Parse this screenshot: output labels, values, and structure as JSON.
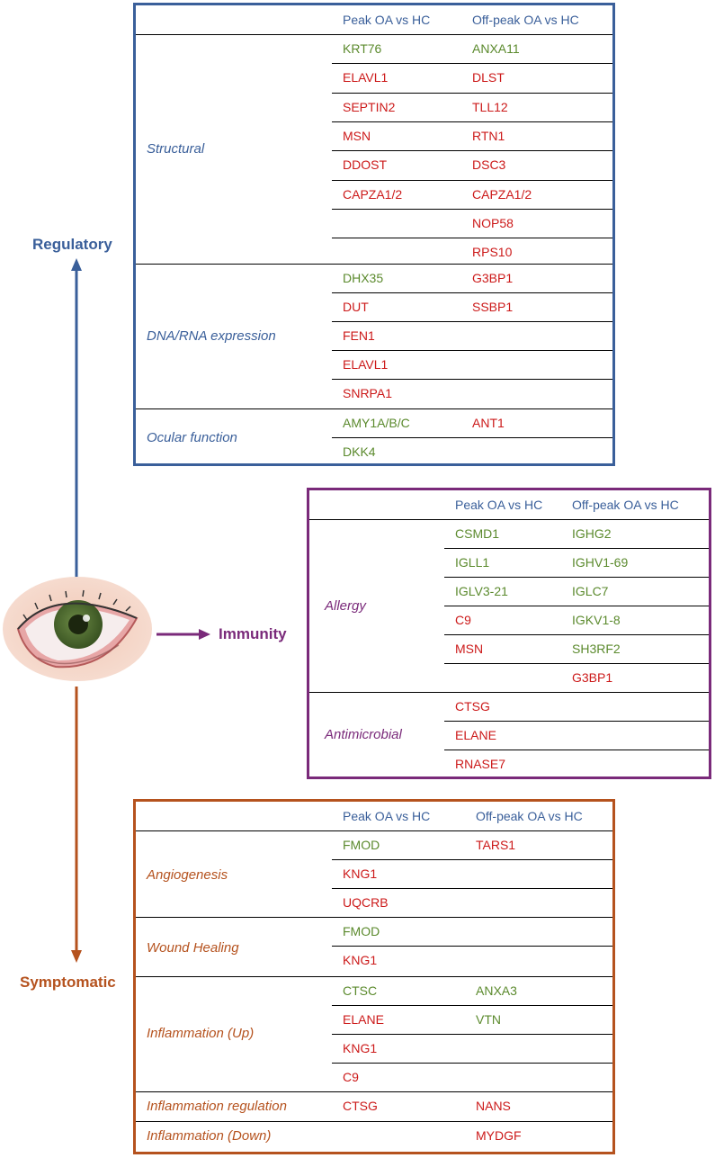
{
  "colors": {
    "regulatory": "#3a5f9a",
    "immunity": "#7a2a7a",
    "symptomatic": "#b5521e",
    "increased": "#5b8a2d",
    "decreased": "#cc1a1a"
  },
  "labels": {
    "regulatory": "Regulatory",
    "immunity": "Immunity",
    "symptomatic": "Symptomatic"
  },
  "headers": {
    "peak": "Peak OA vs HC",
    "offpeak": "Off-peak OA vs HC"
  },
  "regulatory": {
    "structural": {
      "label": "Structural",
      "rows": [
        [
          {
            "t": "KRT76",
            "c": "green"
          },
          {
            "t": "ANXA11",
            "c": "green"
          }
        ],
        [
          {
            "t": "ELAVL1",
            "c": "red"
          },
          {
            "t": "DLST",
            "c": "red"
          }
        ],
        [
          {
            "t": "SEPTIN2",
            "c": "red"
          },
          {
            "t": "TLL12",
            "c": "red"
          }
        ],
        [
          {
            "t": "MSN",
            "c": "red"
          },
          {
            "t": "RTN1",
            "c": "red"
          }
        ],
        [
          {
            "t": "DDOST",
            "c": "red"
          },
          {
            "t": "DSC3",
            "c": "red"
          }
        ],
        [
          {
            "t": "CAPZA1/2",
            "c": "red"
          },
          {
            "t": "CAPZA1/2",
            "c": "red"
          }
        ],
        [
          {
            "t": "",
            "c": "red"
          },
          {
            "t": "NOP58",
            "c": "red"
          }
        ],
        [
          {
            "t": "",
            "c": "red"
          },
          {
            "t": "RPS10",
            "c": "red"
          }
        ]
      ]
    },
    "dna": {
      "label": "DNA/RNA expression",
      "rows": [
        [
          {
            "t": "DHX35",
            "c": "green"
          },
          {
            "t": "G3BP1",
            "c": "red"
          }
        ],
        [
          {
            "t": "DUT",
            "c": "red"
          },
          {
            "t": "SSBP1",
            "c": "red"
          }
        ],
        [
          {
            "t": "FEN1",
            "c": "red"
          },
          {
            "t": "",
            "c": "red"
          }
        ],
        [
          {
            "t": "ELAVL1",
            "c": "red"
          },
          {
            "t": "",
            "c": "red"
          }
        ],
        [
          {
            "t": "SNRPA1",
            "c": "red"
          },
          {
            "t": "",
            "c": "red"
          }
        ]
      ]
    },
    "ocular": {
      "label": "Ocular function",
      "rows": [
        [
          {
            "t": "AMY1A/B/C",
            "c": "green"
          },
          {
            "t": "ANT1",
            "c": "red"
          }
        ],
        [
          {
            "t": "DKK4",
            "c": "green"
          },
          {
            "t": "",
            "c": "red"
          }
        ]
      ]
    }
  },
  "immunity": {
    "allergy": {
      "label": "Allergy",
      "rows": [
        [
          {
            "t": "CSMD1",
            "c": "green"
          },
          {
            "t": "IGHG2",
            "c": "green"
          }
        ],
        [
          {
            "t": "IGLL1",
            "c": "green"
          },
          {
            "t": "IGHV1-69",
            "c": "green"
          }
        ],
        [
          {
            "t": "IGLV3-21",
            "c": "green"
          },
          {
            "t": "IGLC7",
            "c": "green"
          }
        ],
        [
          {
            "t": "C9",
            "c": "red"
          },
          {
            "t": "IGKV1-8",
            "c": "green"
          }
        ],
        [
          {
            "t": "MSN",
            "c": "red"
          },
          {
            "t": "SH3RF2",
            "c": "green"
          }
        ],
        [
          {
            "t": "",
            "c": "red"
          },
          {
            "t": "G3BP1",
            "c": "red"
          }
        ]
      ]
    },
    "antimicrobial": {
      "label": "Antimicrobial",
      "rows": [
        [
          {
            "t": "CTSG",
            "c": "red"
          },
          {
            "t": "",
            "c": "red"
          }
        ],
        [
          {
            "t": "ELANE",
            "c": "red"
          },
          {
            "t": "",
            "c": "red"
          }
        ],
        [
          {
            "t": "RNASE7",
            "c": "red"
          },
          {
            "t": "",
            "c": "red"
          }
        ]
      ]
    }
  },
  "symptomatic": {
    "angio": {
      "label": "Angiogenesis",
      "rows": [
        [
          {
            "t": "FMOD",
            "c": "green"
          },
          {
            "t": "TARS1",
            "c": "red"
          }
        ],
        [
          {
            "t": "KNG1",
            "c": "red"
          },
          {
            "t": "",
            "c": "red"
          }
        ],
        [
          {
            "t": "UQCRB",
            "c": "red"
          },
          {
            "t": "",
            "c": "red"
          }
        ]
      ]
    },
    "wound": {
      "label": "Wound Healing",
      "rows": [
        [
          {
            "t": "FMOD",
            "c": "green"
          },
          {
            "t": "",
            "c": "red"
          }
        ],
        [
          {
            "t": "KNG1",
            "c": "red"
          },
          {
            "t": "",
            "c": "red"
          }
        ]
      ]
    },
    "influp": {
      "label": "Inflammation (Up)",
      "rows": [
        [
          {
            "t": "CTSC",
            "c": "green"
          },
          {
            "t": "ANXA3",
            "c": "green"
          }
        ],
        [
          {
            "t": "ELANE",
            "c": "red"
          },
          {
            "t": "VTN",
            "c": "green"
          }
        ],
        [
          {
            "t": "KNG1",
            "c": "red"
          },
          {
            "t": "",
            "c": "red"
          }
        ],
        [
          {
            "t": "C9",
            "c": "red"
          },
          {
            "t": "",
            "c": "red"
          }
        ]
      ]
    },
    "inflreg": {
      "label": "Inflammation regulation",
      "rows": [
        [
          {
            "t": "CTSG",
            "c": "red"
          },
          {
            "t": "NANS",
            "c": "red"
          }
        ]
      ]
    },
    "infldown": {
      "label": "Inflammation (Down)",
      "rows": [
        [
          {
            "t": "",
            "c": "red"
          },
          {
            "t": "MYDGF",
            "c": "red"
          }
        ]
      ]
    }
  }
}
